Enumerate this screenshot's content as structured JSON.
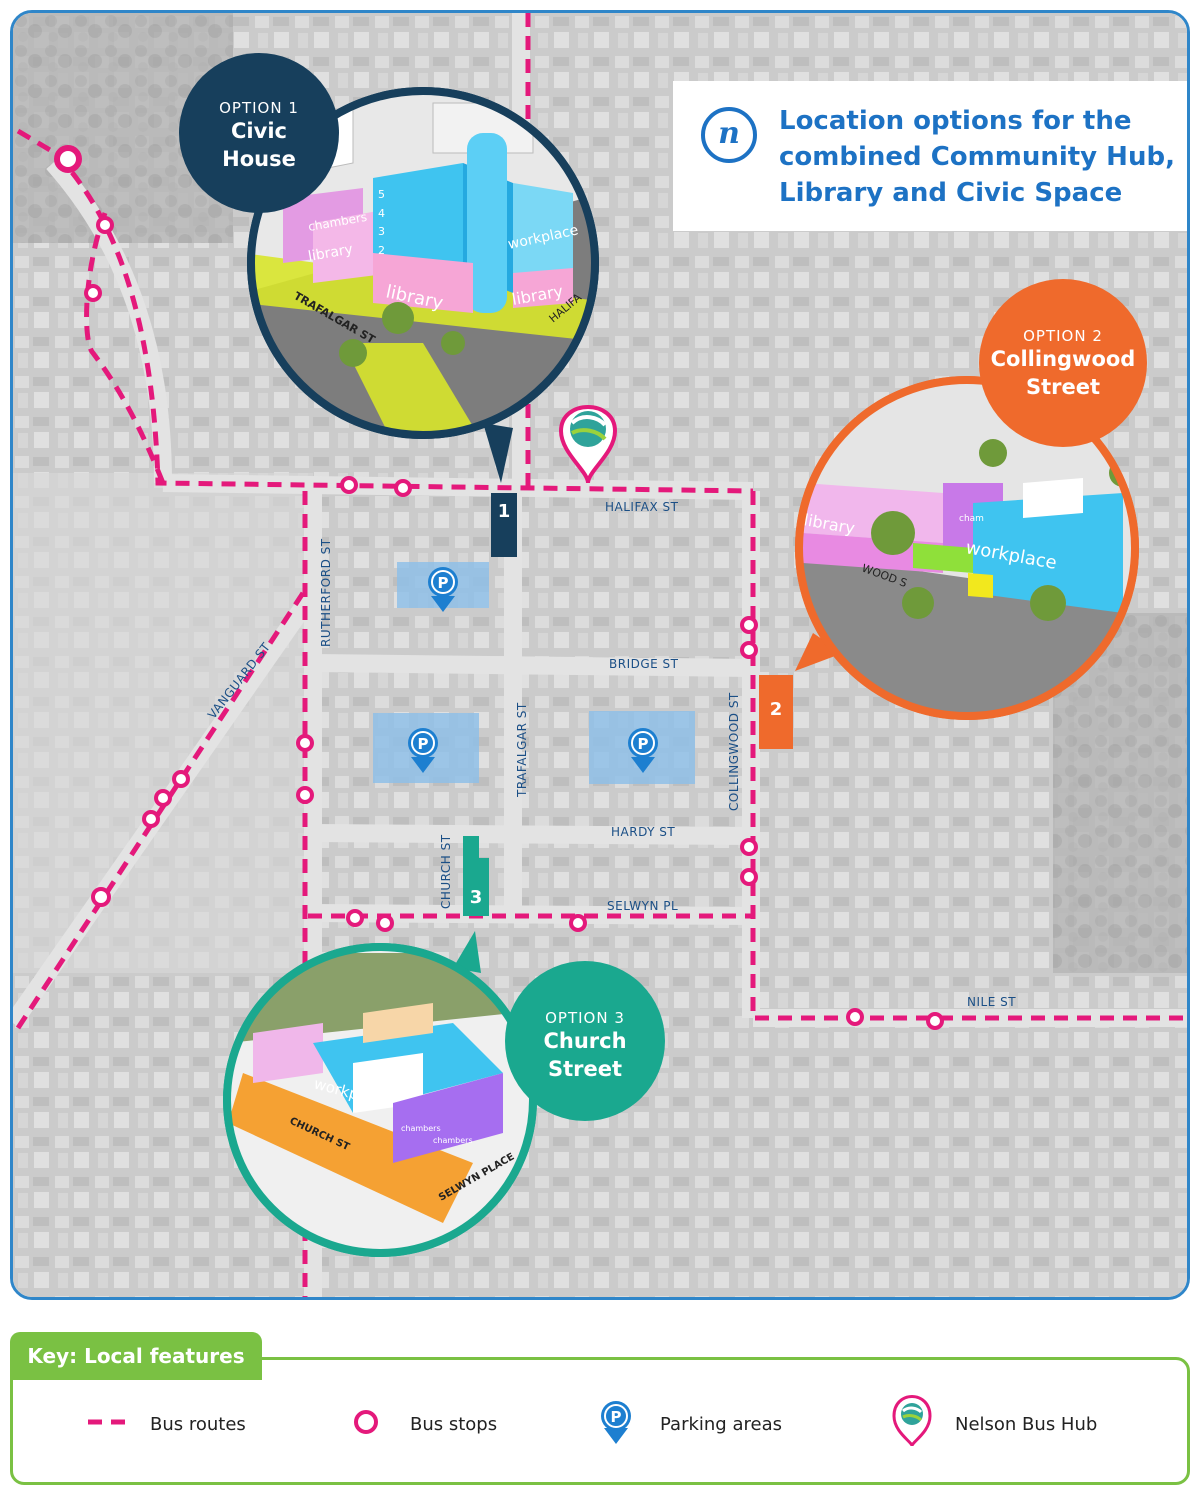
{
  "title": {
    "line1": "Location options for the",
    "line2": "combined Community Hub,",
    "line3": "Library and Civic Space",
    "logo_icon": "nelson-logo-icon"
  },
  "options": [
    {
      "id": "1",
      "label": "OPTION 1",
      "name_line1": "Civic",
      "name_line2": "House",
      "color": "#173f5c"
    },
    {
      "id": "2",
      "label": "OPTION 2",
      "name_line1": "Collingwood",
      "name_line2": "Street",
      "color": "#ef6a2c"
    },
    {
      "id": "3",
      "label": "OPTION 3",
      "name_line1": "Church",
      "name_line2": "Street",
      "color": "#1aa88f"
    }
  ],
  "streets": {
    "halifax": "HALIFAX ST",
    "bridge": "BRIDGE ST",
    "hardy": "HARDY ST",
    "selwyn_pl": "SELWYN PL",
    "nile": "NILE ST",
    "rutherford": "RUTHERFORD ST",
    "trafalgar": "TRAFALGAR ST",
    "collingwood": "COLLINGWOOD ST",
    "church": "CHURCH ST",
    "vanguard": "VANGUARD ST"
  },
  "renders": {
    "opt1": {
      "words": [
        "chambers",
        "library",
        "workplace",
        "library",
        "library"
      ],
      "floors": [
        "5",
        "4",
        "3",
        "2"
      ],
      "streets": [
        "TRAFALGAR ST",
        "HALIFA"
      ]
    },
    "opt2": {
      "words": [
        "library",
        "workplace",
        "cham"
      ],
      "streets": [
        "WOOD S"
      ]
    },
    "opt3": {
      "words": [
        "workplace",
        "chambers",
        "chambers"
      ],
      "streets": [
        "CHURCH ST",
        "SELWYN PLACE"
      ]
    }
  },
  "key": {
    "title": "Key: Local features",
    "bus_routes": "Bus routes",
    "bus_stops": "Bus stops",
    "parking": "Parking areas",
    "bus_hub": "Nelson Bus Hub"
  },
  "colors": {
    "bus_route": "#e4197b",
    "frame": "#2f86c9",
    "key_green": "#7ac143",
    "parking": "#8fbfe8",
    "parking_icon": "#1d7fd0"
  }
}
